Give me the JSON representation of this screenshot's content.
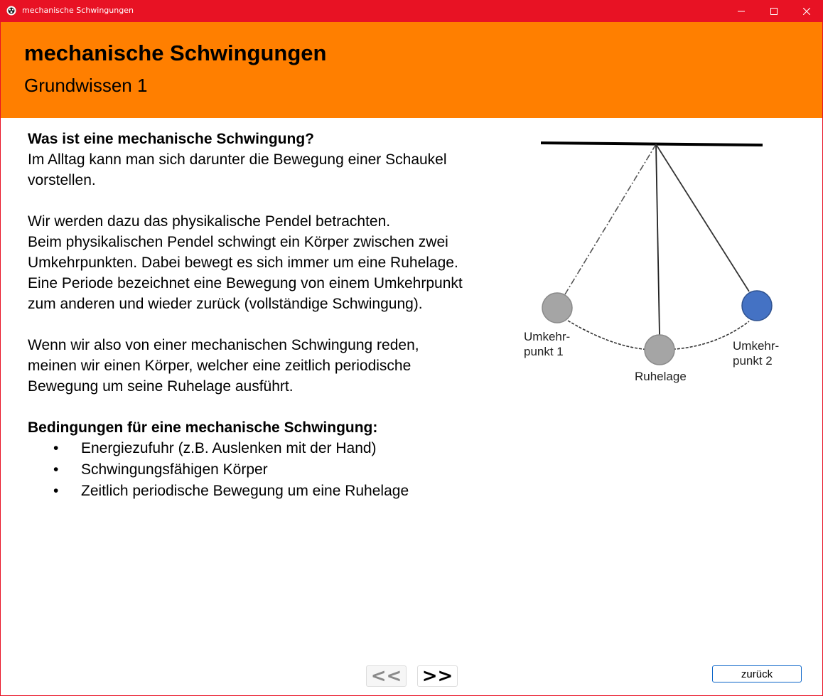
{
  "window": {
    "title": "mechanische Schwingungen",
    "icons": [
      "app-icon",
      "minimize-icon",
      "maximize-icon",
      "close-icon"
    ],
    "colors": {
      "titlebar": "#e81224",
      "header": "#ff7f00"
    }
  },
  "header": {
    "title": "mechanische Schwingungen",
    "subtitle": "Grundwissen 1"
  },
  "content": {
    "q_heading": "Was ist eine mechanische Schwingung?",
    "para1": [
      "Im Alltag kann man sich darunter die Bewegung einer Schaukel",
      "vorstellen."
    ],
    "para2": [
      "Wir werden dazu das physikalische Pendel betrachten.",
      "Beim physikalischen Pendel schwingt ein Körper zwischen zwei",
      "Umkehrpunkten. Dabei bewegt es sich immer um eine Ruhelage.",
      "Eine Periode bezeichnet eine Bewegung von einem Umkehrpunkt",
      "zum anderen und wieder zurück (vollständige Schwingung)."
    ],
    "para3": [
      "Wenn wir also von einer mechanischen Schwingung reden,",
      "meinen wir einen Körper, welcher eine zeitlich periodische",
      "Bewegung um seine Ruhelage ausführt."
    ],
    "conditions_heading": "Bedingungen für eine mechanische Schwingung:",
    "bullet": "•",
    "conditions": [
      "Energiezufuhr (z.B. Auslenken mit der Hand)",
      "Schwingungsfähigen Körper",
      "Zeitlich periodische Bewegung um eine Ruhelage"
    ]
  },
  "diagram": {
    "label_left_1": "Umkehr-",
    "label_left_2": "punkt 1",
    "label_right_1": "Umkehr-",
    "label_right_2": "punkt 2",
    "label_center": "Ruhelage",
    "colors": {
      "ball_gray": "#a5a5a5",
      "ball_blue": "#4472c4"
    }
  },
  "nav": {
    "prev_label": "<<",
    "next_label": ">>",
    "back_label": "zurück"
  }
}
